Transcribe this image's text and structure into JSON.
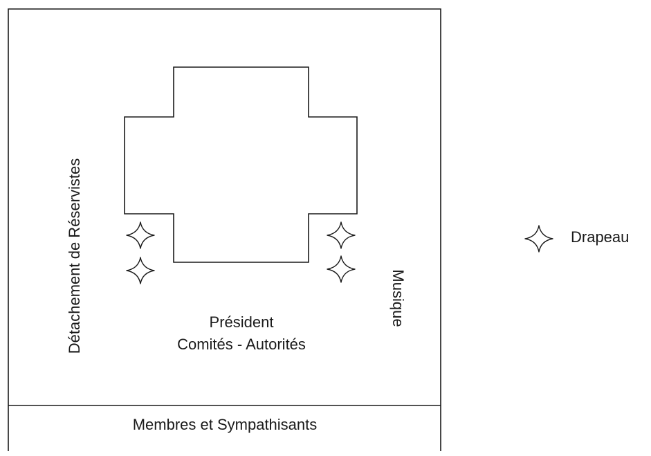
{
  "diagram": {
    "left_group": "Détachement de Réservistes",
    "right_group": "Musique",
    "center_line1": "Président",
    "center_line2": "Comités - Autorités",
    "bottom_group": "Membres et Sympathisants"
  },
  "legend": {
    "label": "Drapeau",
    "icon": "four-point-star-icon"
  },
  "colors": {
    "stroke": "#1a1a1a",
    "background": "#ffffff"
  }
}
